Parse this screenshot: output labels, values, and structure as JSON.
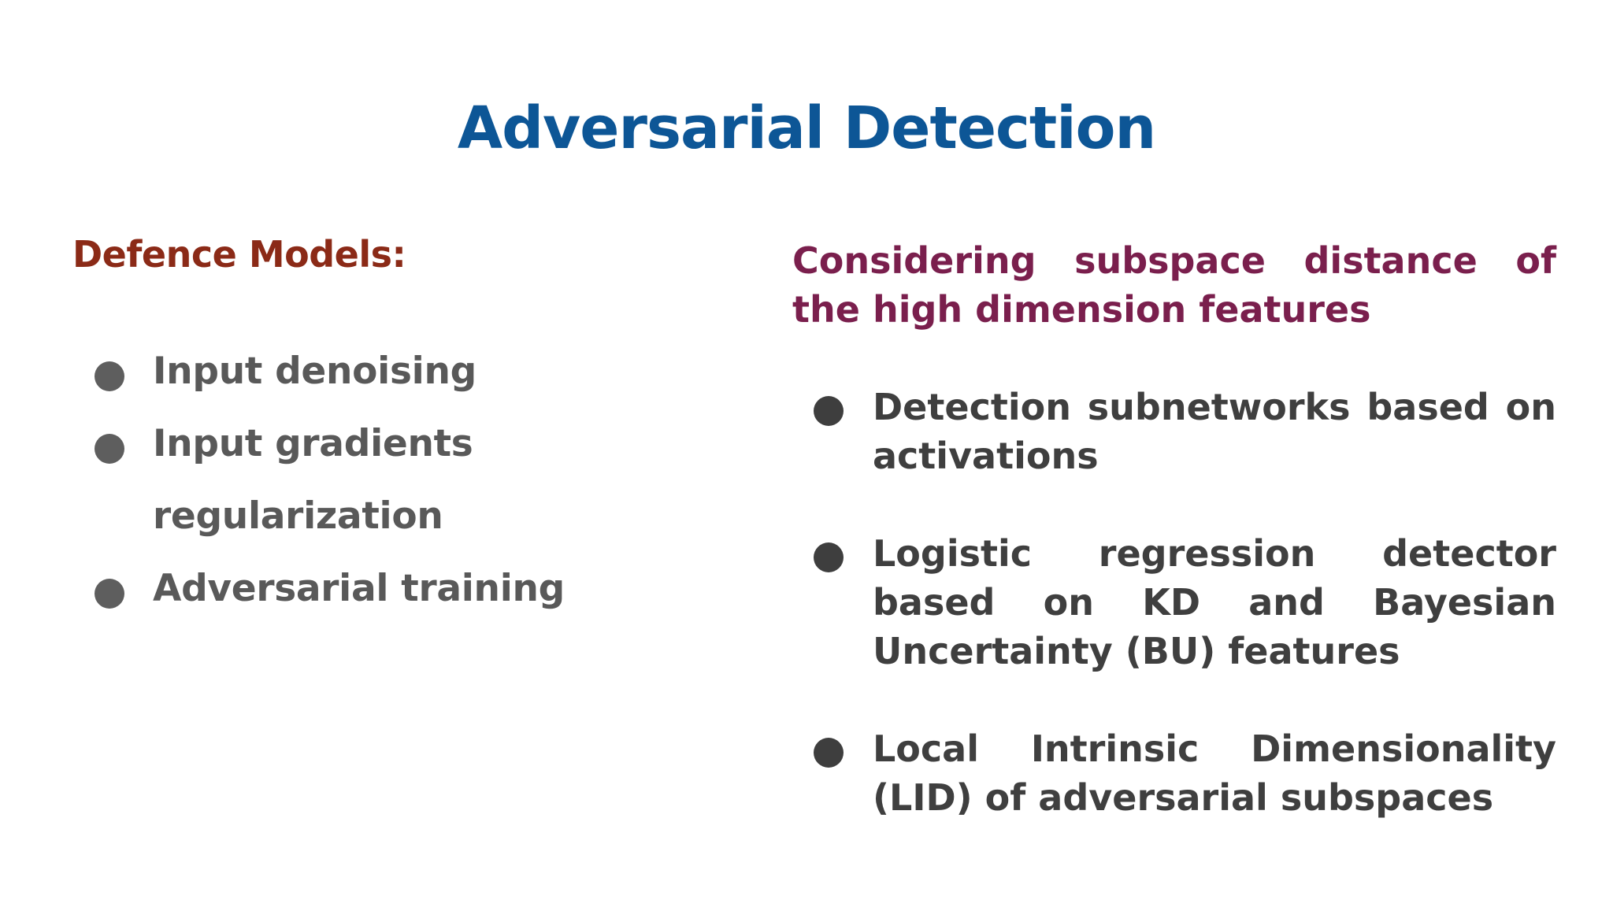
{
  "slide": {
    "title": "Adversarial Detection",
    "left": {
      "heading": "Defence Models:",
      "items": [
        {
          "label": "Input denoising"
        },
        {
          "label": "Input gradients regularization"
        },
        {
          "label": "Adversarial training"
        }
      ]
    },
    "right": {
      "heading": "Considering subspace distance of the high dimension features",
      "items": [
        {
          "label": "Detection subnetworks based on activations"
        },
        {
          "label": "Logistic regression detector based on KD and Bayesian Uncertainty (BU) features"
        },
        {
          "label": "Local Intrinsic Dimensionality (LID) of adversarial subspaces"
        }
      ]
    },
    "colors": {
      "title": "#0d5696",
      "left_heading": "#8b2a17",
      "right_heading": "#7a1f4d",
      "left_text": "#595959",
      "right_text": "#3f3f3f"
    }
  }
}
